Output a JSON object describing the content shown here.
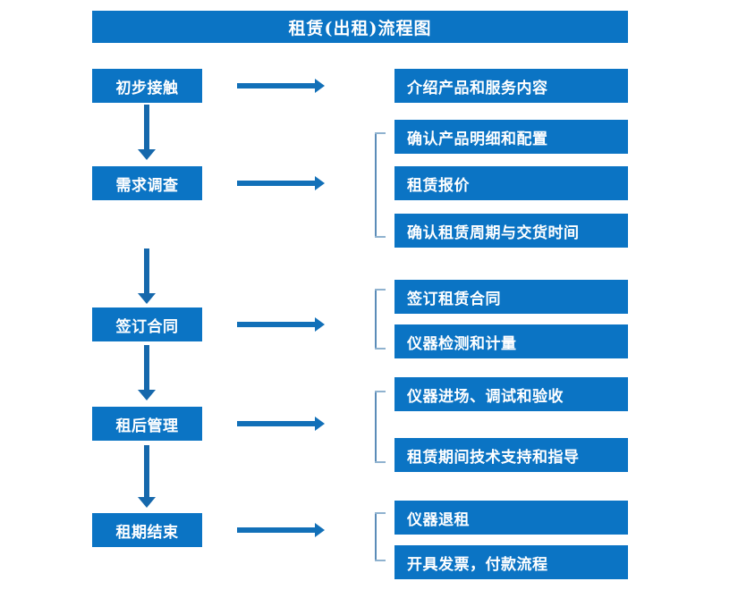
{
  "diagram": {
    "title": "租赁(出租)流程图",
    "colors": {
      "box_blue": "#0b74c4",
      "arrow_blue": "#1270b8",
      "bracket_blue": "#5b8cb8",
      "text_white": "#ffffff",
      "background": "#ffffff"
    },
    "stages": [
      {
        "id": "stage-1",
        "label": "初步接触"
      },
      {
        "id": "stage-2",
        "label": "需求调查"
      },
      {
        "id": "stage-3",
        "label": "签订合同"
      },
      {
        "id": "stage-4",
        "label": "租后管理"
      },
      {
        "id": "stage-5",
        "label": "租期结束"
      }
    ],
    "details": [
      {
        "id": "detail-1",
        "label": "介绍产品和服务内容",
        "group": 1
      },
      {
        "id": "detail-2",
        "label": "确认产品明细和配置",
        "group": 2
      },
      {
        "id": "detail-3",
        "label": "租赁报价",
        "group": 2
      },
      {
        "id": "detail-4",
        "label": "确认租赁周期与交货时间",
        "group": 2
      },
      {
        "id": "detail-5",
        "label": "签订租赁合同",
        "group": 3
      },
      {
        "id": "detail-6",
        "label": "仪器检测和计量",
        "group": 3
      },
      {
        "id": "detail-7",
        "label": "仪器进场、调试和验收",
        "group": 4
      },
      {
        "id": "detail-8",
        "label": "租赁期间技术支持和指导",
        "group": 4
      },
      {
        "id": "detail-9",
        "label": "仪器退租",
        "group": 5
      },
      {
        "id": "detail-10",
        "label": "开具发票，付款流程",
        "group": 5
      }
    ],
    "flow_arrows": {
      "vertical_count": 4,
      "horizontal_count": 5
    },
    "brackets": {
      "count": 4,
      "groups": [
        2,
        3,
        4,
        5
      ]
    }
  }
}
